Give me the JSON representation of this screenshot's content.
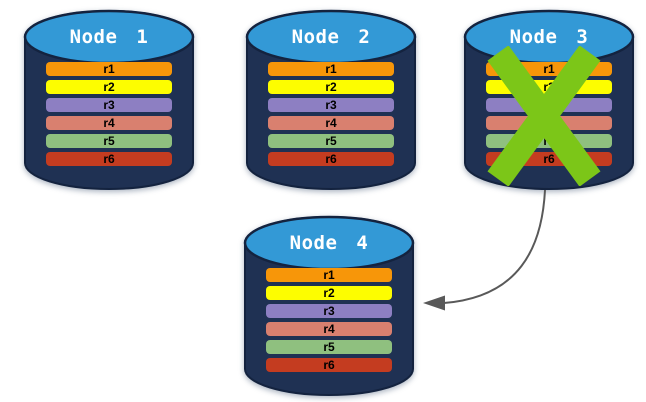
{
  "nodes": [
    {
      "label": "Node 1",
      "status": "active",
      "rows": [
        "r1",
        "r2",
        "r3",
        "r4",
        "r5",
        "r6"
      ]
    },
    {
      "label": "Node 2",
      "status": "active",
      "rows": [
        "r1",
        "r2",
        "r3",
        "r4",
        "r5",
        "r6"
      ]
    },
    {
      "label": "Node 3",
      "status": "failed",
      "rows": [
        "r1",
        "r2",
        "r3",
        "r4",
        "r5",
        "r6"
      ]
    },
    {
      "label": "Node 4",
      "status": "active",
      "rows": [
        "r1",
        "r2",
        "r3",
        "r4",
        "r5",
        "r6"
      ]
    }
  ],
  "row_colors": {
    "r1": "#F79609",
    "r2": "#FDFD00",
    "r3": "#8D7FC2",
    "r4": "#D9806F",
    "r5": "#8FC07F",
    "r6": "#C43C20"
  },
  "cylinder": {
    "body_color": "#1F3153",
    "top_color": "#3399D6",
    "outline_color": "#14233F",
    "label_color": "#FFFFFF"
  },
  "failure_mark": {
    "on_node": "Node 3",
    "shape": "x-cross",
    "color": "#7CC618"
  },
  "arrow": {
    "from": "Node 3",
    "to": "Node 4",
    "style": "curved",
    "color": "#595959"
  }
}
